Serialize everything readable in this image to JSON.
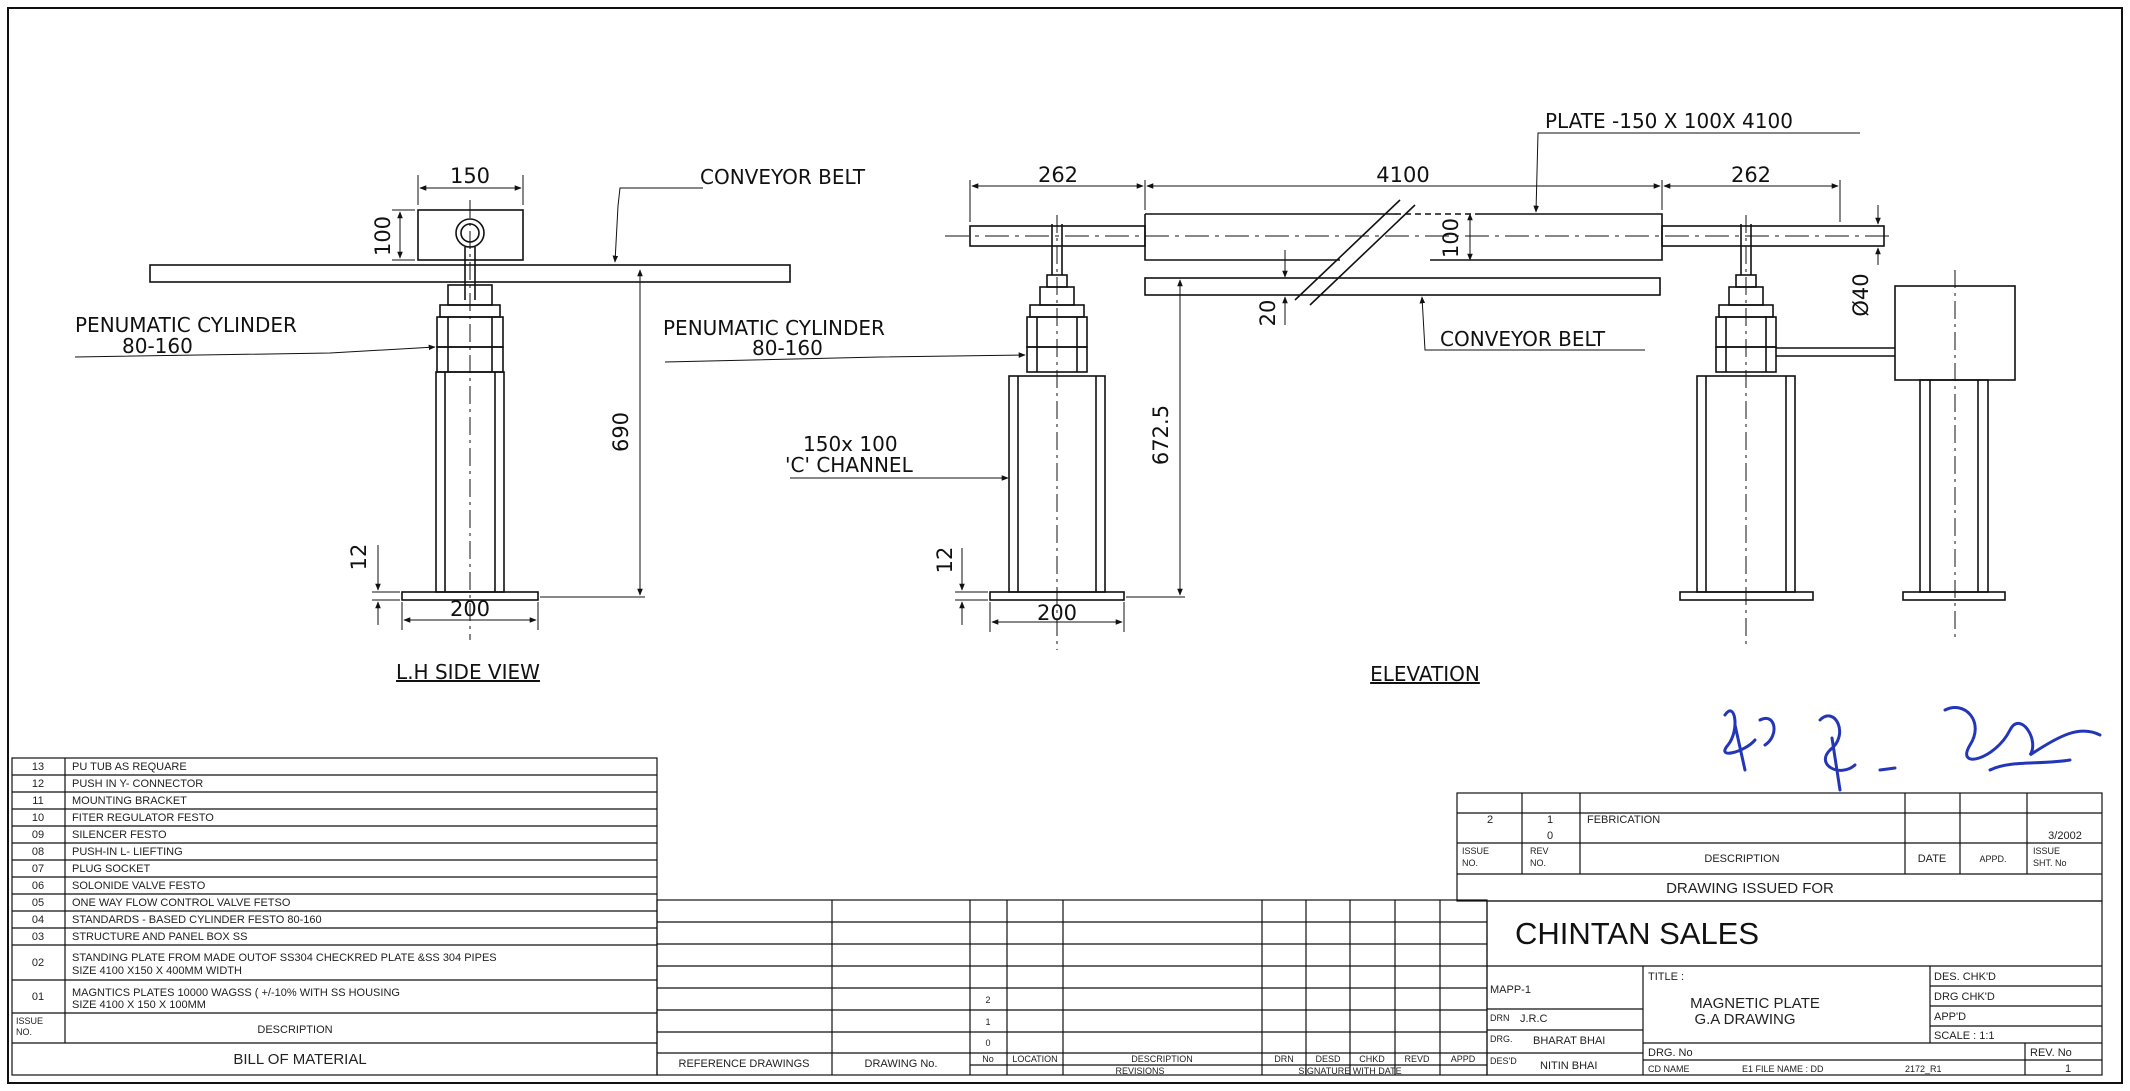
{
  "views": {
    "side_title": "L.H SIDE VIEW",
    "elev_title": "ELEVATION"
  },
  "labels": {
    "conveyor_belt": "CONVEYOR BELT",
    "pneu_line1": "PENUMATIC CYLINDER",
    "pneu_line2": "80-160",
    "channel_line1": "150x 100",
    "channel_line2": "'C' CHANNEL",
    "plate": "PLATE -150 X 100X 4100"
  },
  "dims": {
    "d150": "150",
    "d100": "100",
    "d690": "690",
    "d12": "12",
    "d200": "200",
    "d262": "262",
    "d4100": "4100",
    "d20": "20",
    "d672": "672.5",
    "d40": "Ø40"
  },
  "bom": {
    "rows": [
      {
        "no": "13",
        "desc": "PU TUB AS REQUARE"
      },
      {
        "no": "12",
        "desc": "PUSH IN Y- CONNECTOR"
      },
      {
        "no": "11",
        "desc": "MOUNTING BRACKET"
      },
      {
        "no": "10",
        "desc": "FITER REGULATOR FESTO"
      },
      {
        "no": "09",
        "desc": "SILENCER FESTO"
      },
      {
        "no": "08",
        "desc": "PUSH-IN L- LIEFTING"
      },
      {
        "no": "07",
        "desc": "PLUG SOCKET"
      },
      {
        "no": "06",
        "desc": "SOLONIDE  VALVE FESTO"
      },
      {
        "no": "05",
        "desc": "ONE WAY FLOW  CONTROL VALVE FETSO"
      },
      {
        "no": "04",
        "desc": "STANDARDS - BASED CYLINDER FESTO 80-160"
      },
      {
        "no": "03",
        "desc": "STRUCTURE AND PANEL BOX SS"
      }
    ],
    "row02_no": "02",
    "row02_l1": "STANDING PLATE FROM MADE OUTOF SS304 CHECKRED PLATE &SS 304 PIPES",
    "row02_l2": "SIZE 4100 X150 X 400MM WIDTH",
    "row01_no": "01",
    "row01_l1": "MAGNTICS  PLATES 10000 WAGSS ( +/-10% WITH SS HOUSING",
    "row01_l2": "SIZE  4100 X  150 X 100MM",
    "head_no_l1": "ISSUE",
    "head_no_l2": "NO.",
    "head_desc": "DESCRIPTION",
    "footer": "BILL OF MATERIAL"
  },
  "revisions": {
    "row_nums": [
      "2",
      "1",
      "0"
    ],
    "ref_drawings": "REFERENCE DRAWINGS",
    "drawing_no": "DRAWING No.",
    "col_no": "No",
    "col_location": "LOCATION",
    "col_description": "DESCRIPTION",
    "revisions_label": "REVISIONS",
    "col_drn": "DRN",
    "col_desd": "DESD",
    "col_chkd": "CHKD",
    "col_revd": "REVD",
    "col_appd": "APPD",
    "sig_label": "SIGNATURE WITH DATE"
  },
  "issue_block": {
    "issue_no": "2",
    "rev_no": "1",
    "rev_no2": "0",
    "description": "FEBRICATION",
    "date_val": "3/2002",
    "h_issue_l1": "ISSUE",
    "h_issue_l2": "NO.",
    "h_rev_l1": "REV",
    "h_rev_l2": "NO.",
    "h_desc": "DESCRIPTION",
    "h_date": "DATE",
    "h_appd": "APPD.",
    "h_sht_l1": "ISSUE",
    "h_sht_l2": "SHT. No",
    "issued_for": "DRAWING ISSUED FOR"
  },
  "title_block": {
    "company": "CHINTAN SALES",
    "project": "MAPP-1",
    "title_label": "TITLE :",
    "title_l1": "MAGNETIC  PLATE",
    "title_l2": "G.A DRAWING",
    "des_chkd": "DES.  CHK'D",
    "drg_chkd": "DRG   CHK'D",
    "appd": "APP'D",
    "scale": "SCALE : 1:1",
    "drn_label": "DRN",
    "drn_val": "J.R.C",
    "drg_label": "DRG.",
    "drg_val": "BHARAT BHAI",
    "desd_label": "DES'D",
    "desd_val": "NITIN BHAI",
    "drg_no": "DRG. No",
    "cd_name": "CD NAME",
    "file_name": "E1  FILE NAME : DD",
    "file_code": "2172_R1",
    "rev_no_label": "REV. No",
    "rev_no_val": "1"
  }
}
